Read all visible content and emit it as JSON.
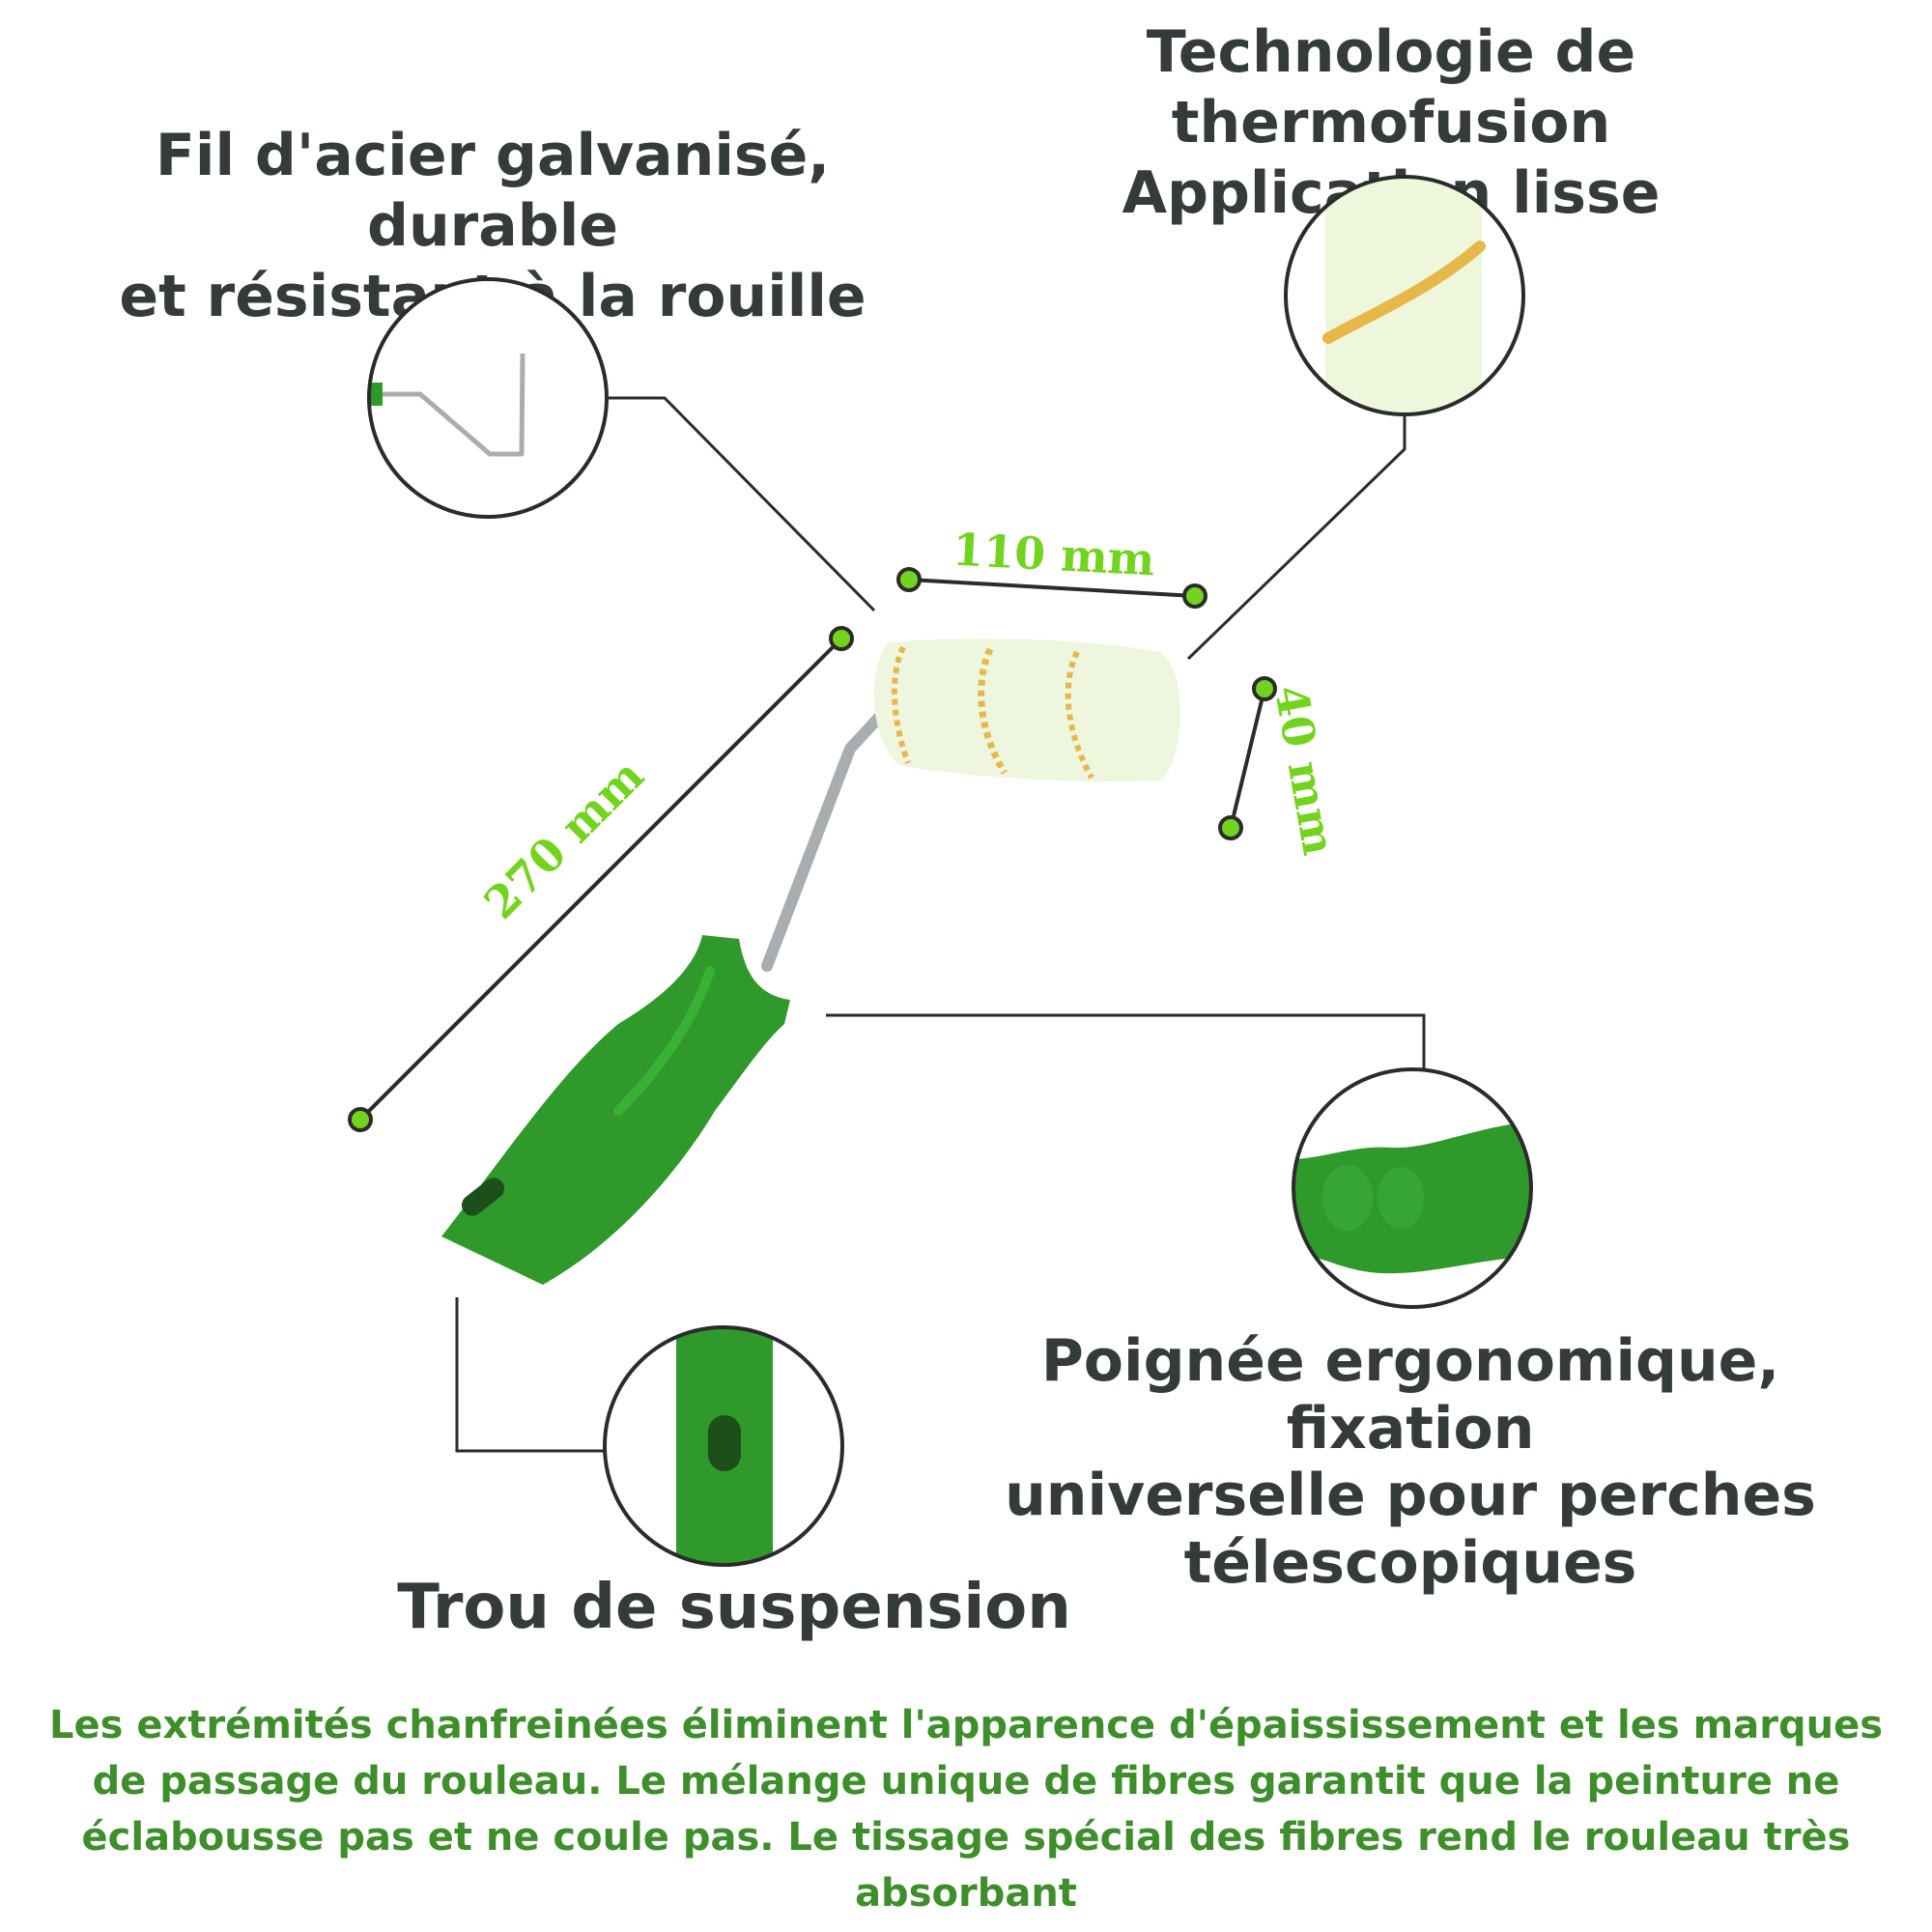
{
  "features": {
    "wire": {
      "line1": "Fil d'acier galvanisé, durable",
      "line2": "et résistant à la rouille"
    },
    "fusion": {
      "line1": "Technologie de thermofusion",
      "line2": "Application lisse"
    },
    "handle": {
      "line1": "Poignée ergonomique, fixation",
      "line2": "universelle pour perches",
      "line3": "télescopiques"
    },
    "hole": {
      "line1": "Trou de suspension"
    }
  },
  "dimensions": {
    "width": "110 mm",
    "diameter": "40 mm",
    "length": "270 mm"
  },
  "description": "Les extrémités chanfreinées éliminent l'apparence d'épaississement et les marques de passage du rouleau. Le mélange unique de fibres garantit que la peinture ne éclabousse pas et ne coule pas. Le tissage spécial des fibres rend le rouleau très absorbant",
  "colors": {
    "accent": "#72d41e",
    "handle": "#2f9a2b",
    "text": "#353b38",
    "description": "#3f8e2c"
  }
}
